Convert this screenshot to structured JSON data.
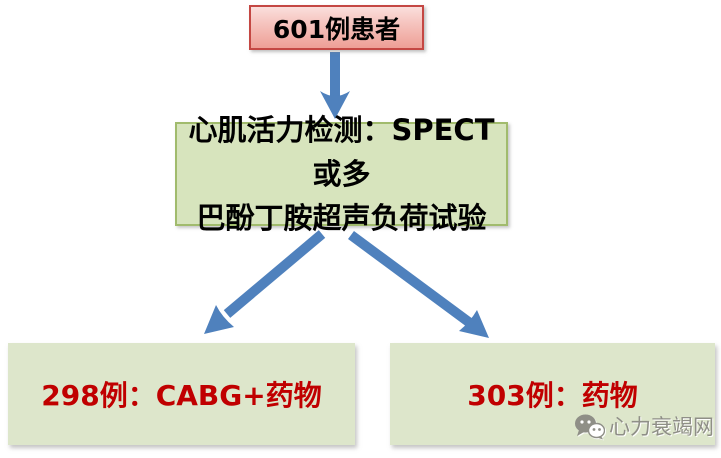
{
  "flowchart": {
    "top_box": {
      "label": "601例患者",
      "fill_top": "#f8d0cb",
      "fill_bottom": "#ee9f96",
      "border_color": "#c44743",
      "text_color": "#000000"
    },
    "middle_box": {
      "label_line1": "心肌活力检测：SPECT或多",
      "label_line2": "巴酚丁胺超声负荷试验",
      "fill": "#d7e4bd",
      "border_color": "#a1bb6d",
      "text_color": "#000000"
    },
    "left_box": {
      "label": "298例：CABG+药物",
      "fill": "#dde6cb",
      "text_color": "#c00000"
    },
    "right_box": {
      "label": "303例：药物",
      "fill": "#dde6cb",
      "text_color": "#c00000"
    },
    "arrow_color": "#4f81bd"
  },
  "watermark": {
    "label": "心力衰竭网",
    "icon": "wechat-icon",
    "text_color": "#8f8f87"
  }
}
